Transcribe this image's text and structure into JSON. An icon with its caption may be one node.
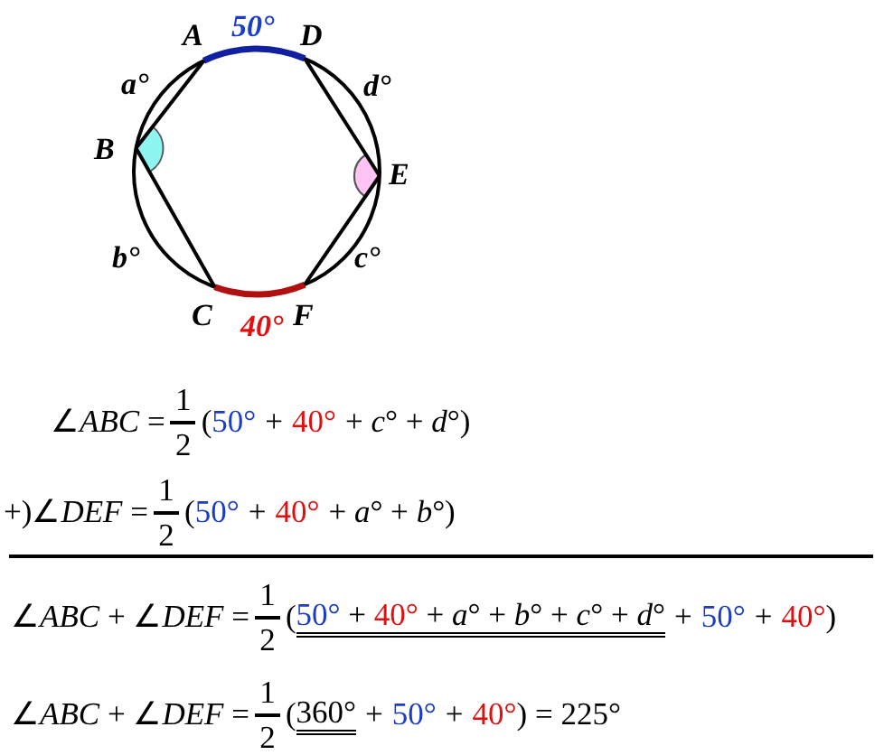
{
  "diagram": {
    "labels": [
      "A",
      "50°",
      "D",
      "*a*°",
      "*d*°",
      "B",
      "E",
      "*b*°",
      "*c*°",
      "C",
      "40°",
      "F",
      "∠*ABC* =",
      "1",
      "2",
      "(",
      "50°",
      "+",
      "40°",
      "+ *c*° + *d*°)",
      "+)",
      "∠*DEF* =",
      "1",
      "2",
      "(",
      "50°",
      "+",
      "40°",
      "+ *a*° + *b*°)",
      "∠*ABC* + ∠*DEF* =",
      "1",
      "2",
      "(",
      "50° ",
      "+ ",
      "40°",
      " + *a*° + *b*° + *c*° + *d*°",
      "+",
      "50°",
      "+",
      "40°",
      ")",
      "∠*ABC* + ∠*DEF* =",
      "1",
      "2",
      "(",
      "360°",
      "+",
      "50°",
      "+",
      "40°",
      ") = 225°"
    ]
  }
}
